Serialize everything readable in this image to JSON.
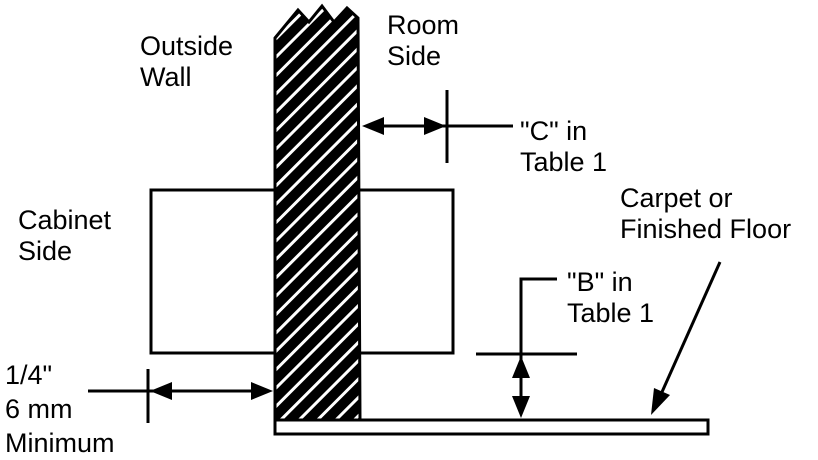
{
  "labels": {
    "outside_wall": [
      "Outside",
      "Wall"
    ],
    "room_side": [
      "Room",
      "Side"
    ],
    "dim_c": [
      "\"C\" in",
      "Table 1"
    ],
    "carpet": [
      "Carpet or",
      "Finished Floor"
    ],
    "cabinet_side": [
      "Cabinet",
      "Side"
    ],
    "dim_b": [
      "\"B\" in",
      "Table 1"
    ],
    "minimum": [
      "1/4\"",
      "6 mm",
      "Minimum"
    ]
  },
  "colors": {
    "ink": "#000000",
    "paper": "#ffffff"
  }
}
